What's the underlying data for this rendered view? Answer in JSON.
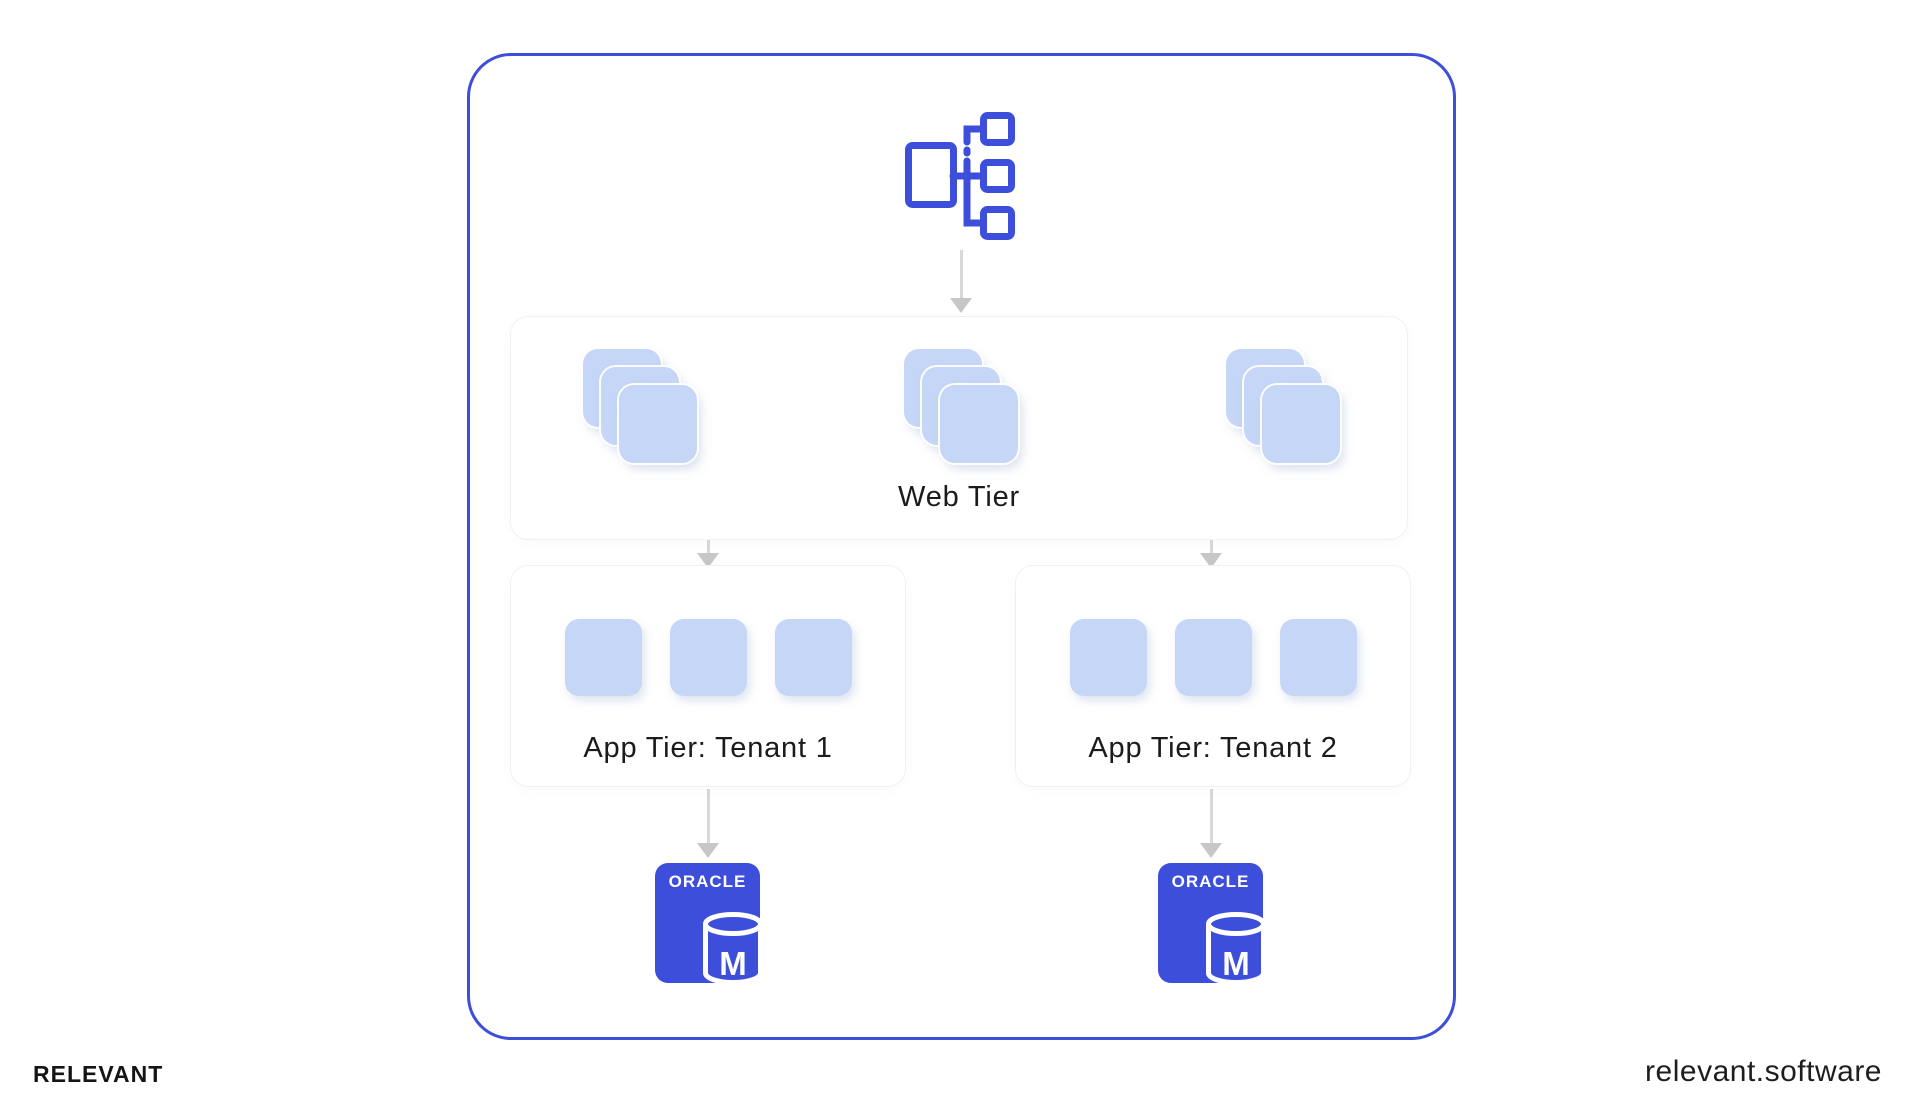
{
  "branding": {
    "logo": "RELEVANT",
    "website": "relevant.software"
  },
  "colors": {
    "accent_blue": "#3D4EDB",
    "light_blue": "#C5D6F7",
    "arrow_gray": "#C7C7C7",
    "text_dark": "#1B1B1B"
  },
  "diagram": {
    "root_icon": "sitemap-load-balancer",
    "web_tier": {
      "label": "Web Tier",
      "stacks": 3,
      "layers_per_stack": 3
    },
    "tenants": [
      {
        "label": "App Tier: Tenant 1",
        "servers": 3,
        "database": {
          "vendor": "ORACLE",
          "letter": "M"
        }
      },
      {
        "label": "App Tier: Tenant 2",
        "servers": 3,
        "database": {
          "vendor": "ORACLE",
          "letter": "M"
        }
      }
    ]
  }
}
